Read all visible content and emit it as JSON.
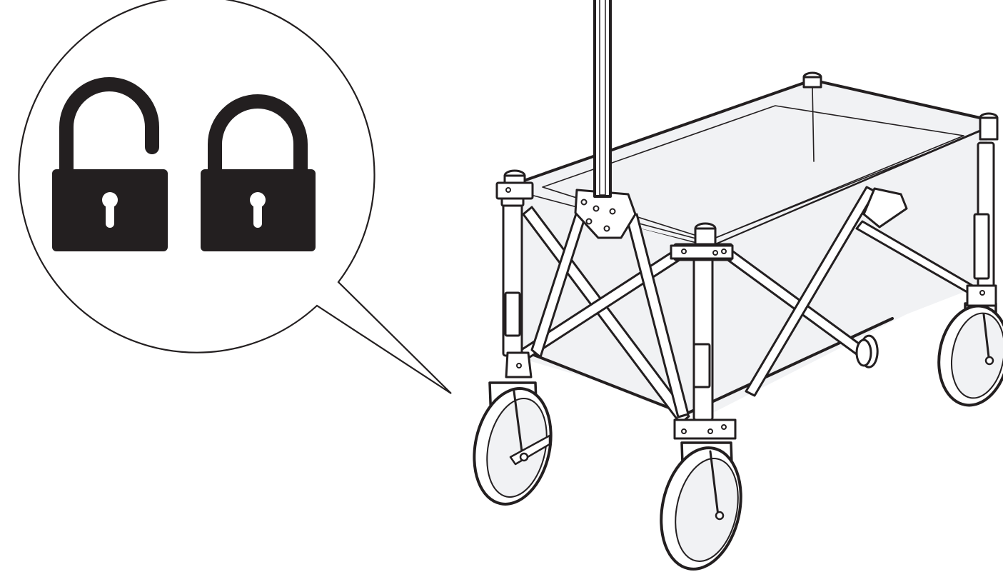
{
  "figure": {
    "subject": "folding-wagon",
    "callout_icons": [
      {
        "icon": "unlocked-padlock-icon",
        "state": "unlocked"
      },
      {
        "icon": "locked-padlock-icon",
        "state": "locked"
      }
    ],
    "colors": {
      "line": "#231f20",
      "fabric_fill": "#f1f2f4",
      "background": "#ffffff",
      "icon_fill": "#231f20"
    }
  }
}
